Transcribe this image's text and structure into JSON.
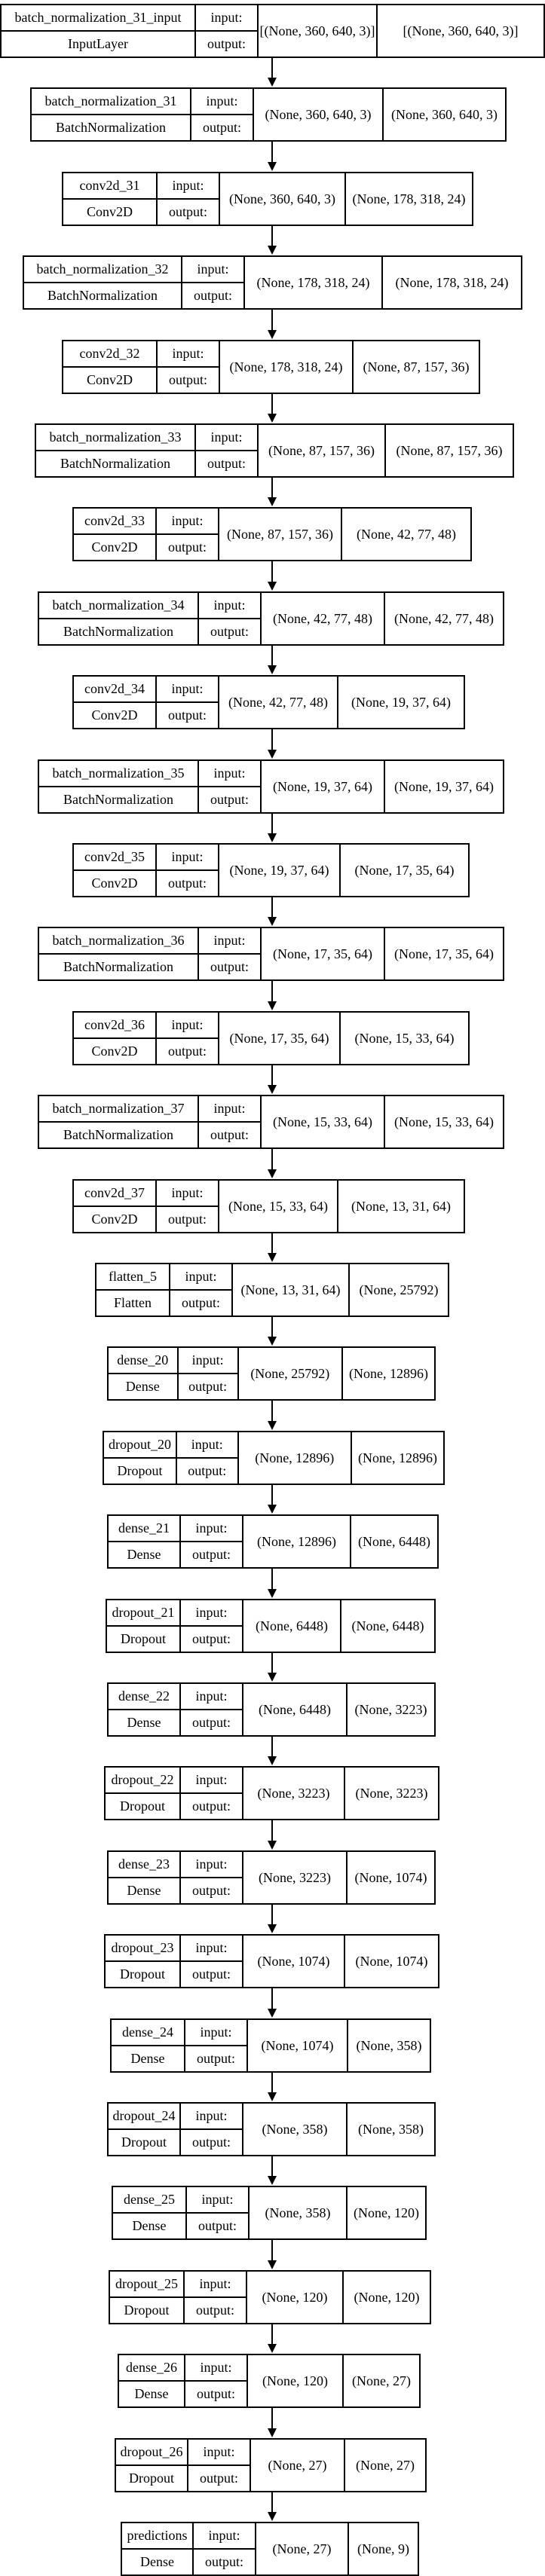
{
  "labels": {
    "input": "input:",
    "output": "output:"
  },
  "layers": [
    {
      "name": "batch_normalization_31_input",
      "type": "InputLayer",
      "input": "[(None, 360, 640, 3)]",
      "output": "[(None, 360, 640, 3)]"
    },
    {
      "name": "batch_normalization_31",
      "type": "BatchNormalization",
      "input": "(None, 360, 640, 3)",
      "output": "(None, 360, 640, 3)"
    },
    {
      "name": "conv2d_31",
      "type": "Conv2D",
      "input": "(None, 360, 640, 3)",
      "output": "(None, 178, 318, 24)"
    },
    {
      "name": "batch_normalization_32",
      "type": "BatchNormalization",
      "input": "(None, 178, 318, 24)",
      "output": "(None, 178, 318, 24)"
    },
    {
      "name": "conv2d_32",
      "type": "Conv2D",
      "input": "(None, 178, 318, 24)",
      "output": "(None, 87, 157, 36)"
    },
    {
      "name": "batch_normalization_33",
      "type": "BatchNormalization",
      "input": "(None, 87, 157, 36)",
      "output": "(None, 87, 157, 36)"
    },
    {
      "name": "conv2d_33",
      "type": "Conv2D",
      "input": "(None, 87, 157, 36)",
      "output": "(None, 42, 77, 48)"
    },
    {
      "name": "batch_normalization_34",
      "type": "BatchNormalization",
      "input": "(None, 42, 77, 48)",
      "output": "(None, 42, 77, 48)"
    },
    {
      "name": "conv2d_34",
      "type": "Conv2D",
      "input": "(None, 42, 77, 48)",
      "output": "(None, 19, 37, 64)"
    },
    {
      "name": "batch_normalization_35",
      "type": "BatchNormalization",
      "input": "(None, 19, 37, 64)",
      "output": "(None, 19, 37, 64)"
    },
    {
      "name": "conv2d_35",
      "type": "Conv2D",
      "input": "(None, 19, 37, 64)",
      "output": "(None, 17, 35, 64)"
    },
    {
      "name": "batch_normalization_36",
      "type": "BatchNormalization",
      "input": "(None, 17, 35, 64)",
      "output": "(None, 17, 35, 64)"
    },
    {
      "name": "conv2d_36",
      "type": "Conv2D",
      "input": "(None, 17, 35, 64)",
      "output": "(None, 15, 33, 64)"
    },
    {
      "name": "batch_normalization_37",
      "type": "BatchNormalization",
      "input": "(None, 15, 33, 64)",
      "output": "(None, 15, 33, 64)"
    },
    {
      "name": "conv2d_37",
      "type": "Conv2D",
      "input": "(None, 15, 33, 64)",
      "output": "(None, 13, 31, 64)"
    },
    {
      "name": "flatten_5",
      "type": "Flatten",
      "input": "(None, 13, 31, 64)",
      "output": "(None, 25792)"
    },
    {
      "name": "dense_20",
      "type": "Dense",
      "input": "(None, 25792)",
      "output": "(None, 12896)"
    },
    {
      "name": "dropout_20",
      "type": "Dropout",
      "input": "(None, 12896)",
      "output": "(None, 12896)"
    },
    {
      "name": "dense_21",
      "type": "Dense",
      "input": "(None, 12896)",
      "output": "(None, 6448)"
    },
    {
      "name": "dropout_21",
      "type": "Dropout",
      "input": "(None, 6448)",
      "output": "(None, 6448)"
    },
    {
      "name": "dense_22",
      "type": "Dense",
      "input": "(None, 6448)",
      "output": "(None, 3223)"
    },
    {
      "name": "dropout_22",
      "type": "Dropout",
      "input": "(None, 3223)",
      "output": "(None, 3223)"
    },
    {
      "name": "dense_23",
      "type": "Dense",
      "input": "(None, 3223)",
      "output": "(None, 1074)"
    },
    {
      "name": "dropout_23",
      "type": "Dropout",
      "input": "(None, 1074)",
      "output": "(None, 1074)"
    },
    {
      "name": "dense_24",
      "type": "Dense",
      "input": "(None, 1074)",
      "output": "(None, 358)"
    },
    {
      "name": "dropout_24",
      "type": "Dropout",
      "input": "(None, 358)",
      "output": "(None, 358)"
    },
    {
      "name": "dense_25",
      "type": "Dense",
      "input": "(None, 358)",
      "output": "(None, 120)"
    },
    {
      "name": "dropout_25",
      "type": "Dropout",
      "input": "(None, 120)",
      "output": "(None, 120)"
    },
    {
      "name": "dense_26",
      "type": "Dense",
      "input": "(None, 120)",
      "output": "(None, 27)"
    },
    {
      "name": "dropout_26",
      "type": "Dropout",
      "input": "(None, 27)",
      "output": "(None, 27)"
    },
    {
      "name": "predictions",
      "type": "Dense",
      "input": "(None, 27)",
      "output": "(None, 9)"
    }
  ]
}
